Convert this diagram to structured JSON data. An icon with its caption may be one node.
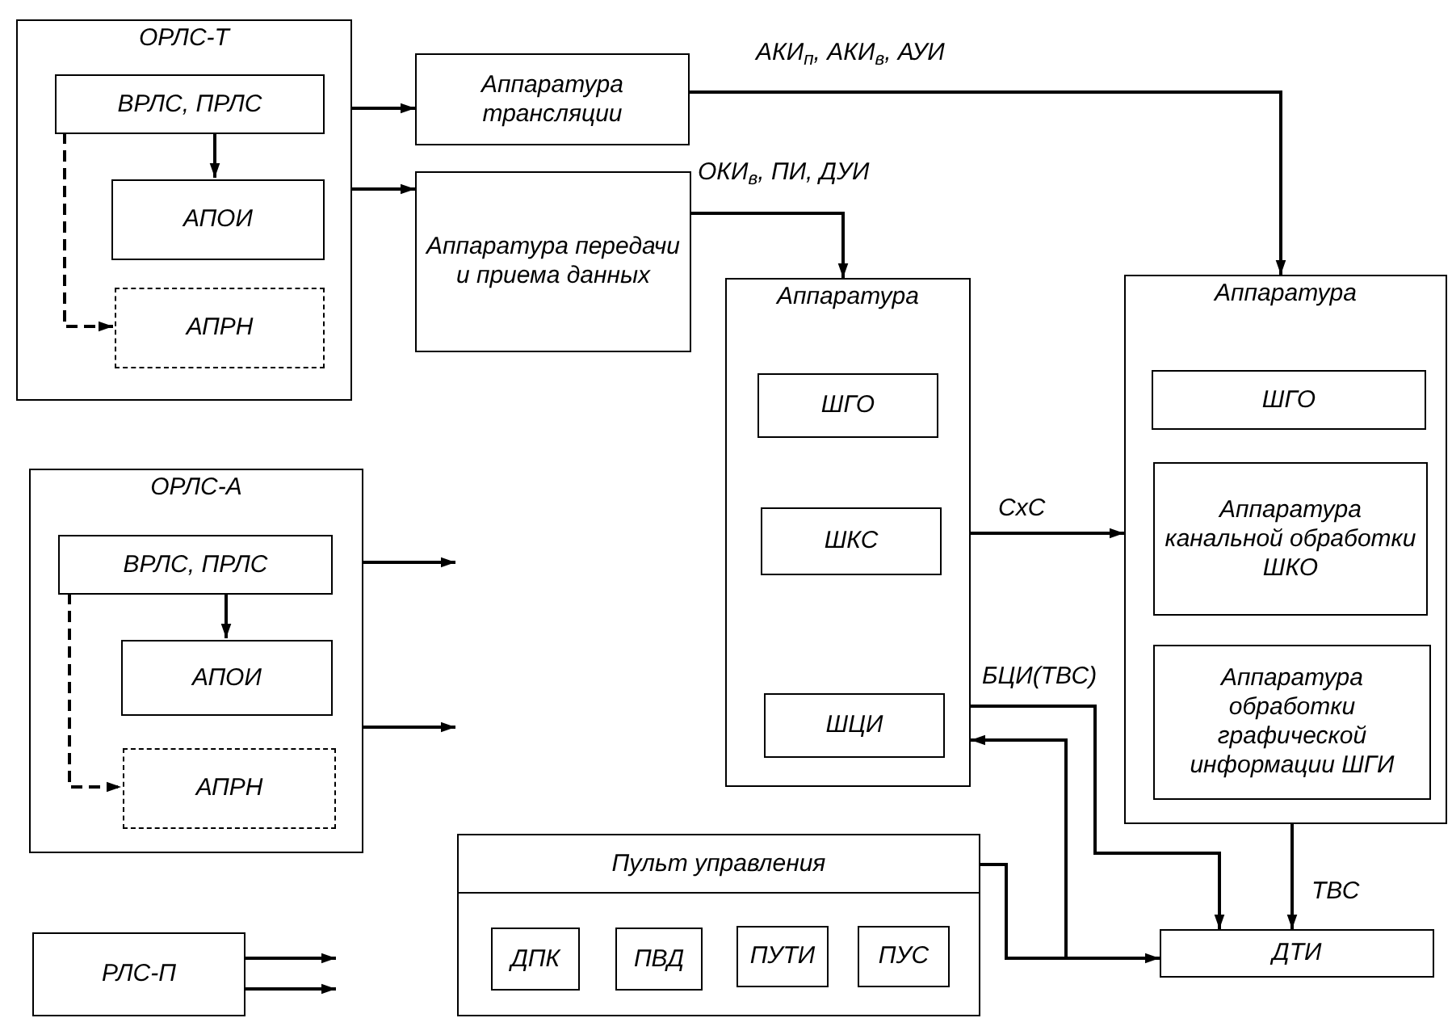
{
  "diagram": {
    "nodes": [
      {
        "text": [
          "ОРЛС-Т"
        ]
      },
      {
        "text": [
          "ВРЛС, ПРЛС"
        ],
        "in": 0
      },
      {
        "text": [
          "АПОИ"
        ],
        "in": 0
      },
      {
        "text": [
          "АПРН"
        ],
        "in": 0
      },
      {
        "text": [
          "Аппаратура трансляции"
        ]
      },
      {
        "text": [
          "Аппаратура передачи и приема данных"
        ]
      },
      {
        "text": [
          "Аппаратура"
        ]
      },
      {
        "text": [
          "ШГО"
        ],
        "in": 6
      },
      {
        "text": [
          "ШКС"
        ],
        "in": 6
      },
      {
        "text": [
          "ШЦИ"
        ],
        "in": 6
      },
      {
        "text": [
          "Аппаратура"
        ]
      },
      {
        "text": [
          "ШГО"
        ],
        "in": 10
      },
      {
        "text": [
          "Аппаратура канальной обработки ШКО"
        ],
        "in": 10
      },
      {
        "text": [
          "Аппаратура обработки графической информации ШГИ"
        ],
        "in": 10
      },
      {
        "text": [
          "ОРЛС-А"
        ]
      },
      {
        "text": [
          "ВРЛС, ПРЛС"
        ],
        "in": 14
      },
      {
        "text": [
          "АПОИ"
        ],
        "in": 14
      },
      {
        "text": [
          "АПРН"
        ],
        "in": 14
      },
      {
        "text": [
          "Пульт управления"
        ]
      },
      {
        "text": [
          "ДПК"
        ],
        "in": 18
      },
      {
        "text": [
          "ПВД"
        ],
        "in": 18
      },
      {
        "text": [
          "ПУТИ"
        ],
        "in": 18
      },
      {
        "text": [
          "ПУС"
        ],
        "in": 18
      },
      {
        "text": [
          "ДТИ"
        ]
      },
      {
        "text": [
          "РЛС-П"
        ]
      }
    ],
    "edges": [
      {
        "from": 1,
        "to": 2,
        "arrow": "to"
      },
      {
        "from": 1,
        "to": 3,
        "arrow": "to",
        "style": "dashed"
      },
      {
        "from": 0,
        "to": 4,
        "arrow": "to"
      },
      {
        "from": 0,
        "to": 5,
        "arrow": "to"
      },
      {
        "from": 4,
        "to": 10,
        "arrow": "to",
        "label": "АКИ$_{п}$, АКИ$_{в}$, АУИ"
      },
      {
        "from": 5,
        "to": 6,
        "arrow": "to",
        "label": "ОКИ$_{в}$, ПИ, ДУИ"
      },
      {
        "from": 6,
        "to": 10,
        "arrow": "to",
        "label": "СхС"
      },
      {
        "from": 15,
        "to": 16,
        "arrow": "to"
      },
      {
        "from": 15,
        "to": 17,
        "arrow": "to",
        "style": "dashed"
      },
      {
        "from": 14,
        "to": null,
        "arrow": "to"
      },
      {
        "from": 14,
        "to": null,
        "arrow": "to"
      },
      {
        "from": 24,
        "to": null,
        "arrow": "to"
      },
      {
        "from": 24,
        "to": null,
        "arrow": "to"
      },
      {
        "from": 6,
        "to": 23,
        "arrow": "to",
        "label": "БЦИ(ТВС)"
      },
      {
        "from": 18,
        "to": 23,
        "arrow": "to"
      },
      {
        "from": 18,
        "to": 6,
        "arrow": "to"
      },
      {
        "from": 10,
        "to": 23,
        "arrow": "to",
        "label": "ТВС"
      }
    ]
  }
}
